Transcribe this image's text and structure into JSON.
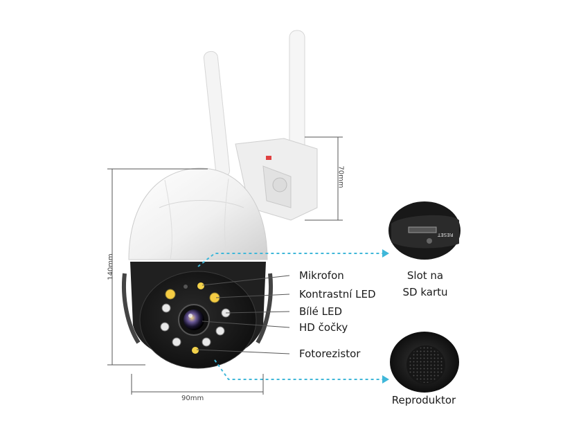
{
  "labels": {
    "mikrofon": "Mikrofon",
    "kontrastni_led": "Kontrastní LED",
    "bile_led": "Bílé LED",
    "hd_cocky": "HD čočky",
    "fotorezistor": "Fotorezistor"
  },
  "callouts": {
    "sd_line1": "Slot na",
    "sd_line2": "SD kartu",
    "speaker": "Reproduktor",
    "sd_slot_marking": "RESET"
  },
  "dimensions": {
    "height": "140mm",
    "width": "90mm",
    "mount": "70mm"
  },
  "colors": {
    "accent_dashed": "#3fb7d9",
    "camera_body": "#1c1c1c",
    "dome": "#f2f2f2"
  }
}
